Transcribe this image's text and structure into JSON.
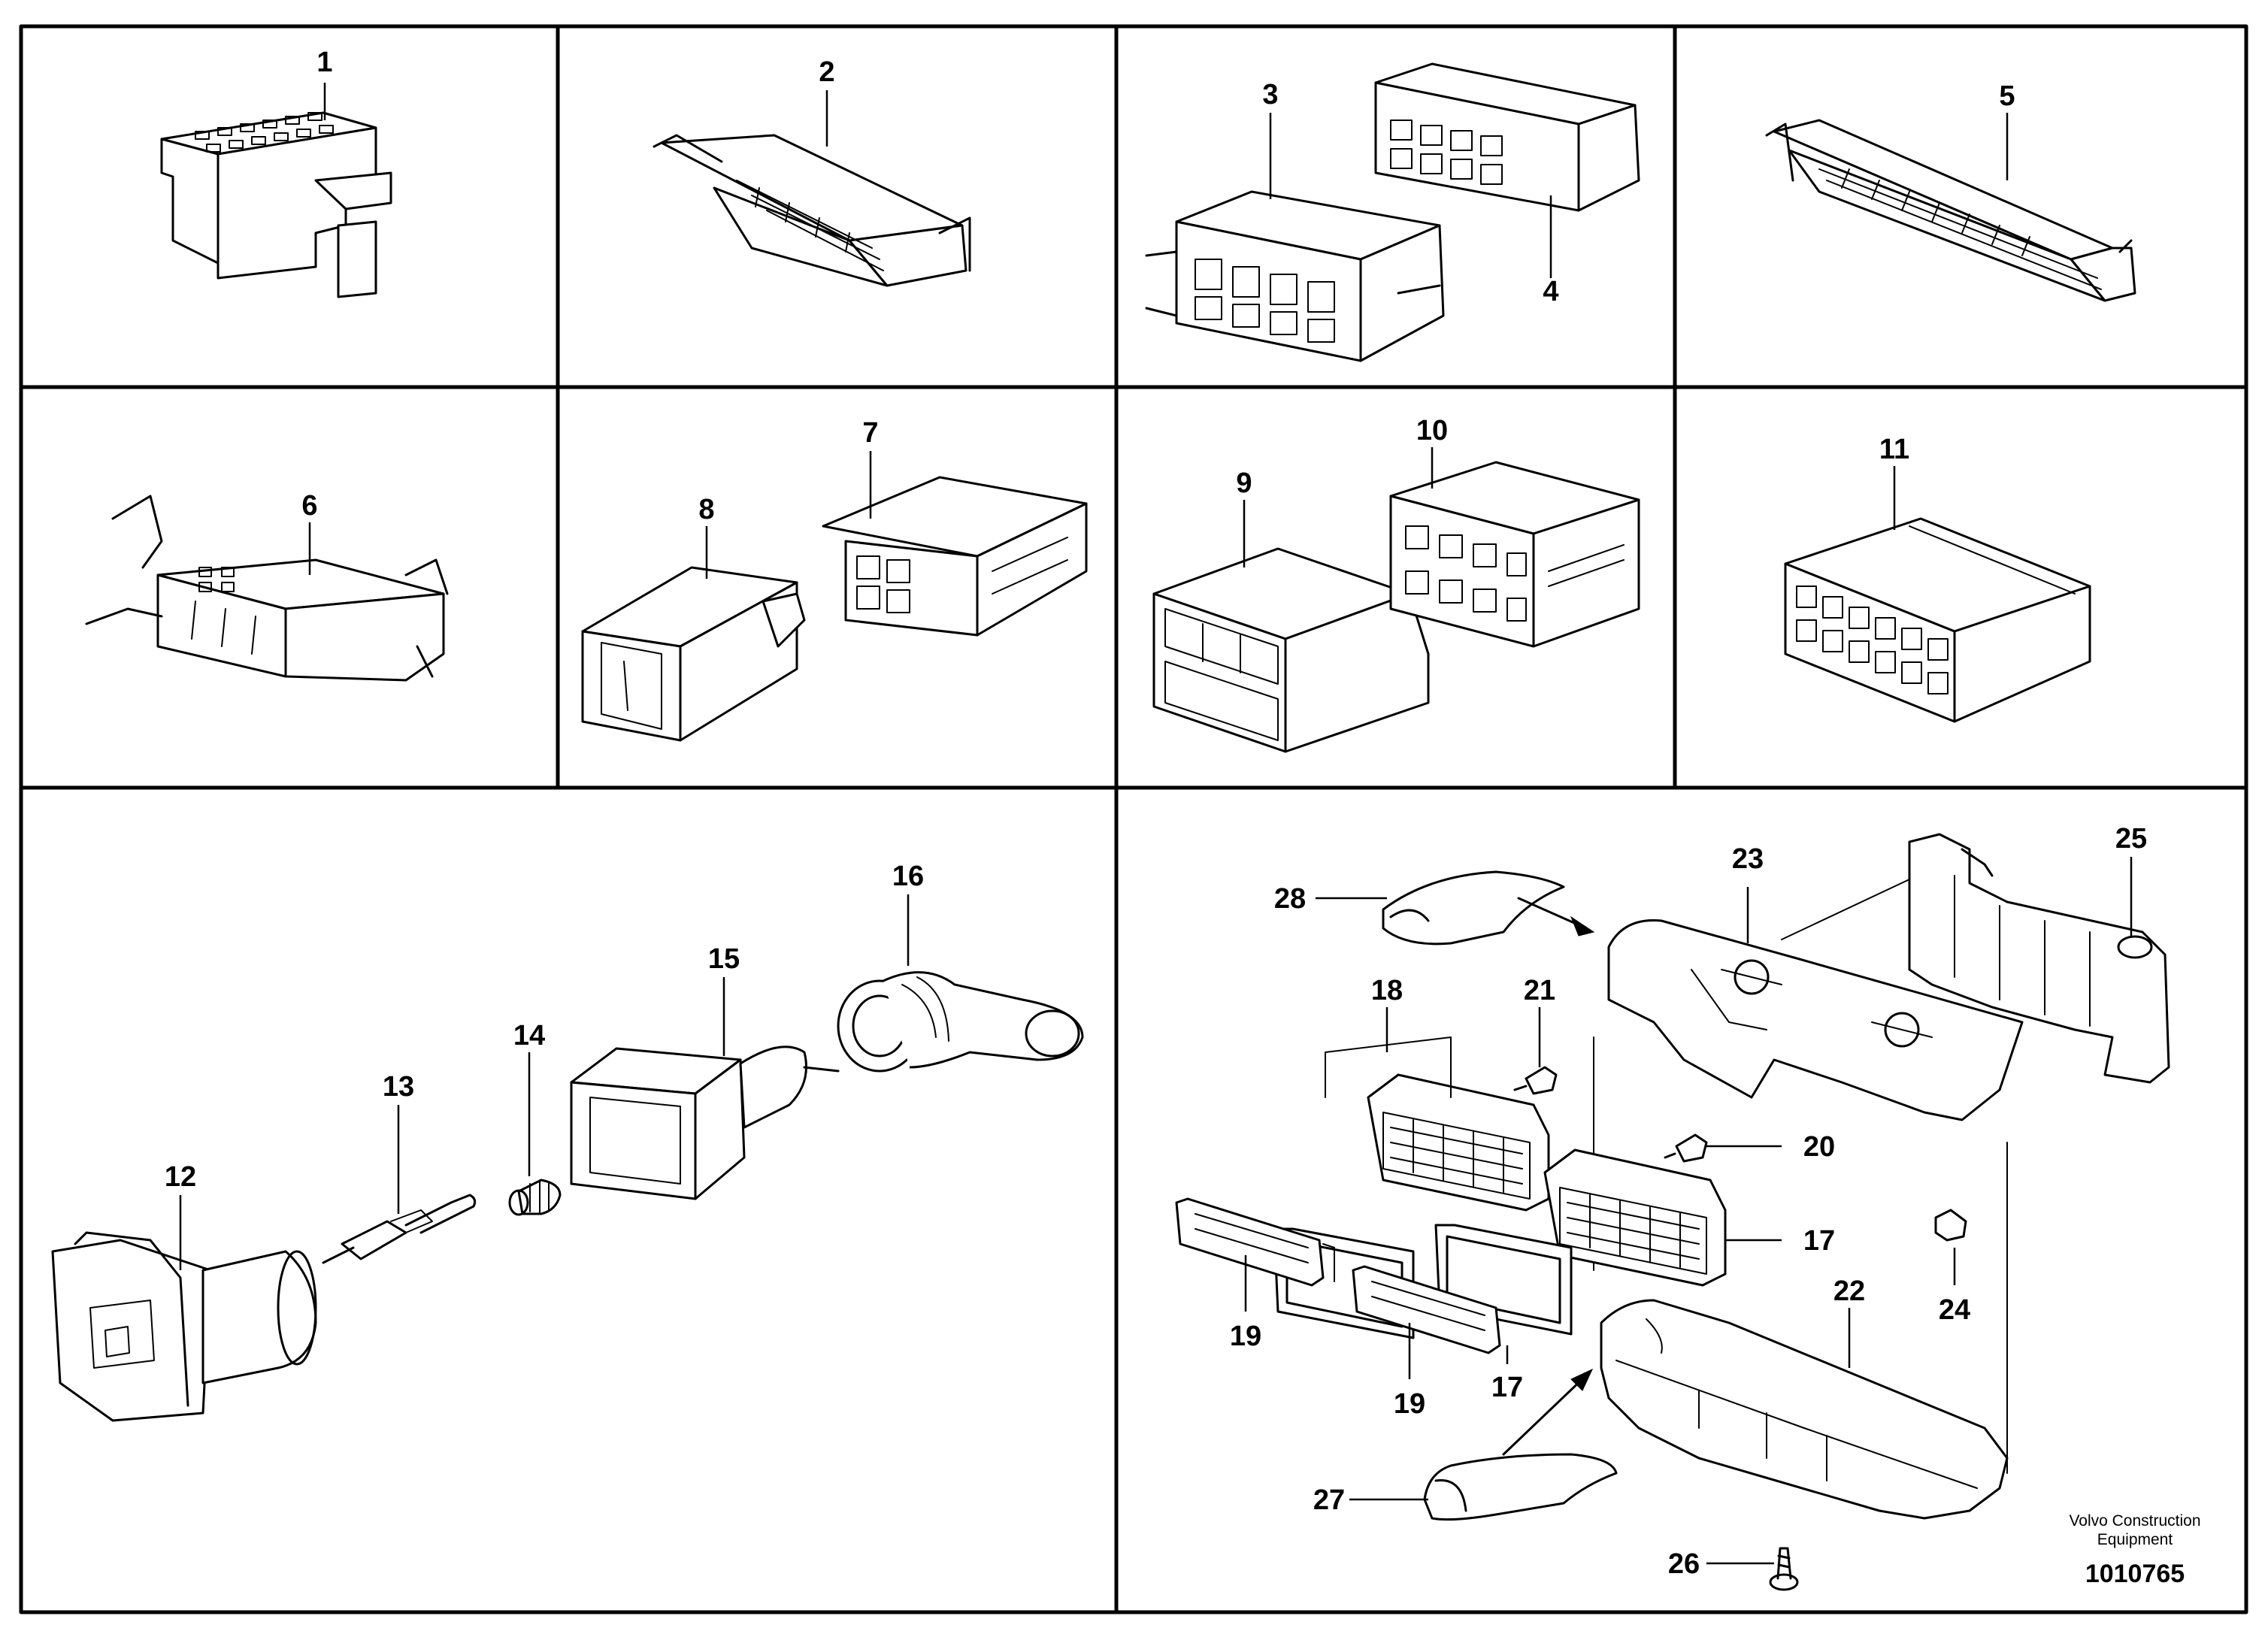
{
  "labels": {
    "p1": "1",
    "p2": "2",
    "p3": "3",
    "p4": "4",
    "p5": "5",
    "p6": "6",
    "p7": "7",
    "p8": "8",
    "p9": "9",
    "p10": "10",
    "p11": "11",
    "p12": "12",
    "p13": "13",
    "p14": "14",
    "p15": "15",
    "p16": "16",
    "p17a": "17",
    "p17b": "17",
    "p18": "18",
    "p19a": "19",
    "p19b": "19",
    "p20": "20",
    "p21": "21",
    "p22": "22",
    "p23": "23",
    "p24": "24",
    "p25": "25",
    "p26": "26",
    "p27": "27",
    "p28": "28"
  },
  "footer": {
    "company_line1": "Volvo Construction",
    "company_line2": "Equipment",
    "drawing_number": "1010765"
  }
}
